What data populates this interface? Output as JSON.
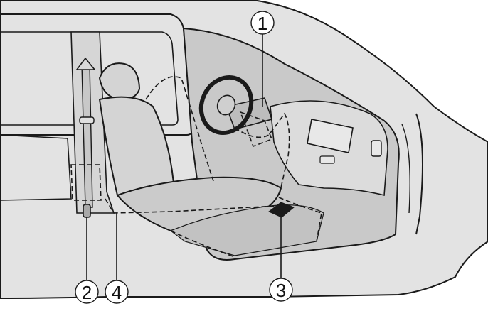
{
  "colors": {
    "car_body": "#e3e3e3",
    "cabin_shade": "#c9c9c9",
    "seat": "#d4d4d4",
    "floor": "#cfcfcf",
    "outline": "#1a1a1a",
    "background": "#ffffff"
  },
  "callouts": [
    {
      "number": "1",
      "target": "steering-wheel-airbag"
    },
    {
      "number": "2",
      "target": "seatbelt-pretensioner"
    },
    {
      "number": "3",
      "target": "floor-sensor-module"
    },
    {
      "number": "4",
      "target": "side-wiring"
    }
  ]
}
